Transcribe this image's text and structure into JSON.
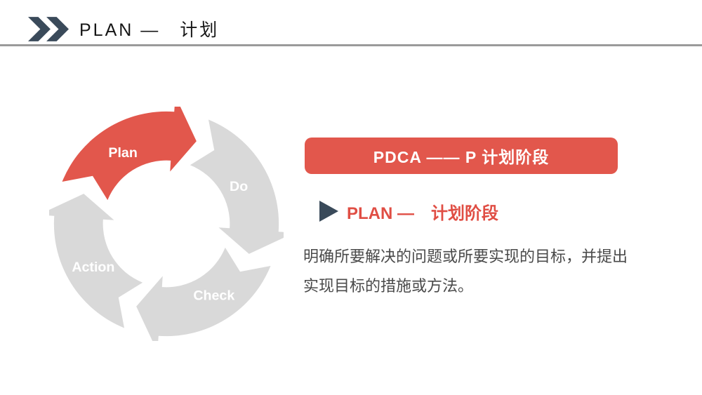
{
  "slide": {
    "header": {
      "title": "PLAN —　计划"
    },
    "diagram": {
      "name": "PDCA cycle",
      "active_color": "#E2574C",
      "inactive_color": "#D9D9D9",
      "steps": [
        {
          "label": "Plan",
          "active": true
        },
        {
          "label": "Do",
          "active": false
        },
        {
          "label": "Check",
          "active": false
        },
        {
          "label": "Action",
          "active": false
        }
      ]
    },
    "panel": {
      "banner_title": "PDCA —— P 计划阶段",
      "heading": "PLAN —　计划阶段",
      "body": "明确所要解决的问题或所要实现的目标，并提出实现目标的措施或方法。"
    },
    "colors": {
      "accent_red": "#E2574C",
      "slate_dark": "#3A4A5A",
      "divider_gray": "#9A9A9A",
      "arrow_gray": "#D9D9D9"
    }
  }
}
